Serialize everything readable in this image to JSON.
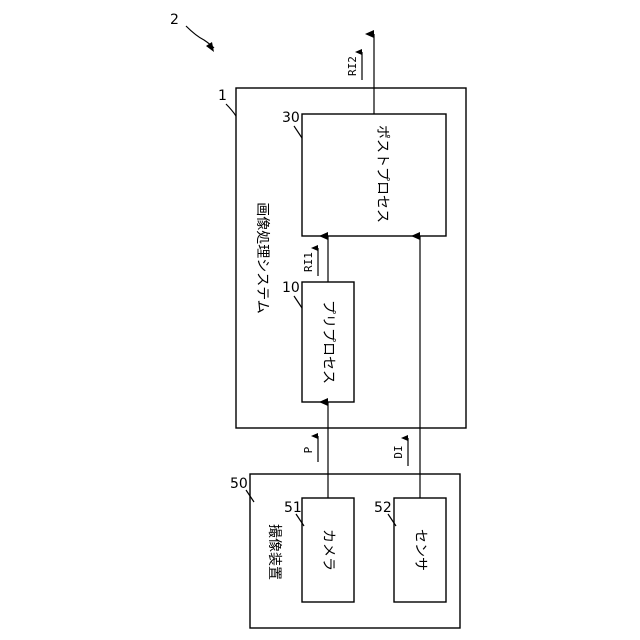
{
  "figure": {
    "ref_main": "2"
  },
  "image_processing_system": {
    "ref": "1",
    "label": "画像処理システム"
  },
  "post_process": {
    "ref": "30",
    "label": "ポストプロセス"
  },
  "pre_process": {
    "ref": "10",
    "label": "プリプロセス"
  },
  "imaging_device": {
    "ref": "50",
    "label": "撮像装置"
  },
  "camera": {
    "ref": "51",
    "label": "カメラ"
  },
  "sensor": {
    "ref": "52",
    "label": "センサ"
  },
  "signals": {
    "ri2": "RI2",
    "ri1": "RI1",
    "p": "P",
    "di": "DI"
  }
}
